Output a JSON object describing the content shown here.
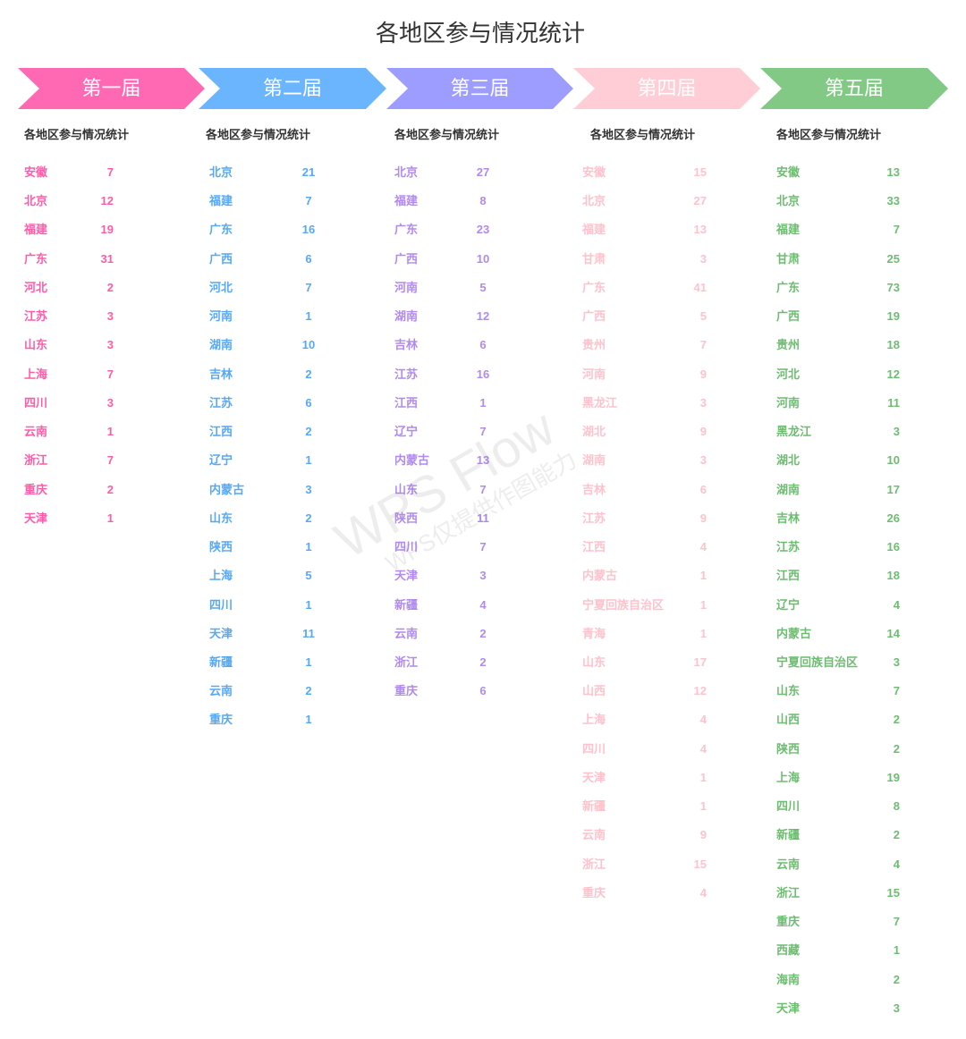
{
  "title": "各地区参与情况统计",
  "watermark": {
    "main": "WPS Flow",
    "sub": "WPS仅提供作图能力"
  },
  "columns": [
    {
      "label": "第一届",
      "subtitle": "各地区参与情况统计",
      "color": "#ff69b4",
      "text_color": "#ff5ca8",
      "items": [
        {
          "region": "安徽",
          "value": 7
        },
        {
          "region": "北京",
          "value": 12
        },
        {
          "region": "福建",
          "value": 19
        },
        {
          "region": "广东",
          "value": 31
        },
        {
          "region": "河北",
          "value": 2
        },
        {
          "region": "江苏",
          "value": 3
        },
        {
          "region": "山东",
          "value": 3
        },
        {
          "region": "上海",
          "value": 7
        },
        {
          "region": "四川",
          "value": 3
        },
        {
          "region": "云南",
          "value": 1
        },
        {
          "region": "浙江",
          "value": 7
        },
        {
          "region": "重庆",
          "value": 2
        },
        {
          "region": "天津",
          "value": 1
        }
      ]
    },
    {
      "label": "第二届",
      "subtitle": "各地区参与情况统计",
      "color": "#6bb5ff",
      "text_color": "#55a9f7",
      "items": [
        {
          "region": "北京",
          "value": 21
        },
        {
          "region": "福建",
          "value": 7
        },
        {
          "region": "广东",
          "value": 16
        },
        {
          "region": "广西",
          "value": 6
        },
        {
          "region": "河北",
          "value": 7
        },
        {
          "region": "河南",
          "value": 1
        },
        {
          "region": "湖南",
          "value": 10
        },
        {
          "region": "吉林",
          "value": 2
        },
        {
          "region": "江苏",
          "value": 6
        },
        {
          "region": "江西",
          "value": 2
        },
        {
          "region": "辽宁",
          "value": 1
        },
        {
          "region": "内蒙古",
          "value": 3
        },
        {
          "region": "山东",
          "value": 2
        },
        {
          "region": "陕西",
          "value": 1
        },
        {
          "region": "上海",
          "value": 5
        },
        {
          "region": "四川",
          "value": 1
        },
        {
          "region": "天津",
          "value": 11
        },
        {
          "region": "新疆",
          "value": 1
        },
        {
          "region": "云南",
          "value": 2
        },
        {
          "region": "重庆",
          "value": 1
        }
      ]
    },
    {
      "label": "第三届",
      "subtitle": "各地区参与情况统计",
      "color": "#9d9cff",
      "text_color": "#b18af0",
      "items": [
        {
          "region": "北京",
          "value": 27
        },
        {
          "region": "福建",
          "value": 8
        },
        {
          "region": "广东",
          "value": 23
        },
        {
          "region": "广西",
          "value": 10
        },
        {
          "region": "河南",
          "value": 5
        },
        {
          "region": "湖南",
          "value": 12
        },
        {
          "region": "吉林",
          "value": 6
        },
        {
          "region": "江苏",
          "value": 16
        },
        {
          "region": "江西",
          "value": 1
        },
        {
          "region": "辽宁",
          "value": 7
        },
        {
          "region": "内蒙古",
          "value": 13
        },
        {
          "region": "山东",
          "value": 7
        },
        {
          "region": "陕西",
          "value": 11
        },
        {
          "region": "四川",
          "value": 7
        },
        {
          "region": "天津",
          "value": 3
        },
        {
          "region": "新疆",
          "value": 4
        },
        {
          "region": "云南",
          "value": 2
        },
        {
          "region": "浙江",
          "value": 2
        },
        {
          "region": "重庆",
          "value": 6
        }
      ]
    },
    {
      "label": "第四届",
      "subtitle": "各地区参与情况统计",
      "color": "#ffcdd5",
      "text_color": "#ffc2cc",
      "items": [
        {
          "region": "安徽",
          "value": 15
        },
        {
          "region": "北京",
          "value": 27
        },
        {
          "region": "福建",
          "value": 13
        },
        {
          "region": "甘肃",
          "value": 3
        },
        {
          "region": "广东",
          "value": 41
        },
        {
          "region": "广西",
          "value": 5
        },
        {
          "region": "贵州",
          "value": 7
        },
        {
          "region": "河南",
          "value": 9
        },
        {
          "region": "黑龙江",
          "value": 3
        },
        {
          "region": "湖北",
          "value": 9
        },
        {
          "region": "湖南",
          "value": 3
        },
        {
          "region": "吉林",
          "value": 6
        },
        {
          "region": "江苏",
          "value": 9
        },
        {
          "region": "江西",
          "value": 4
        },
        {
          "region": "内蒙古",
          "value": 1
        },
        {
          "region": "宁夏回族自治区",
          "value": 1
        },
        {
          "region": "青海",
          "value": 1
        },
        {
          "region": "山东",
          "value": 17
        },
        {
          "region": "山西",
          "value": 12
        },
        {
          "region": "上海",
          "value": 4
        },
        {
          "region": "四川",
          "value": 4
        },
        {
          "region": "天津",
          "value": 1
        },
        {
          "region": "新疆",
          "value": 1
        },
        {
          "region": "云南",
          "value": 9
        },
        {
          "region": "浙江",
          "value": 15
        },
        {
          "region": "重庆",
          "value": 4
        }
      ]
    },
    {
      "label": "第五届",
      "subtitle": "各地区参与情况统计",
      "color": "#82c985",
      "text_color": "#6dbd71",
      "items": [
        {
          "region": "安徽",
          "value": 13
        },
        {
          "region": "北京",
          "value": 33
        },
        {
          "region": "福建",
          "value": 7
        },
        {
          "region": "甘肃",
          "value": 25
        },
        {
          "region": "广东",
          "value": 73
        },
        {
          "region": "广西",
          "value": 19
        },
        {
          "region": "贵州",
          "value": 18
        },
        {
          "region": "河北",
          "value": 12
        },
        {
          "region": "河南",
          "value": 11
        },
        {
          "region": "黑龙江",
          "value": 3
        },
        {
          "region": "湖北",
          "value": 10
        },
        {
          "region": "湖南",
          "value": 17
        },
        {
          "region": "吉林",
          "value": 26
        },
        {
          "region": "江苏",
          "value": 16
        },
        {
          "region": "江西",
          "value": 18
        },
        {
          "region": "辽宁",
          "value": 4
        },
        {
          "region": "内蒙古",
          "value": 14
        },
        {
          "region": "宁夏回族自治区",
          "value": 3
        },
        {
          "region": "山东",
          "value": 7
        },
        {
          "region": "山西",
          "value": 2
        },
        {
          "region": "陕西",
          "value": 2
        },
        {
          "region": "上海",
          "value": 19
        },
        {
          "region": "四川",
          "value": 8
        },
        {
          "region": "新疆",
          "value": 2
        },
        {
          "region": "云南",
          "value": 4
        },
        {
          "region": "浙江",
          "value": 15
        },
        {
          "region": "重庆",
          "value": 7
        },
        {
          "region": "西藏",
          "value": 1
        },
        {
          "region": "海南",
          "value": 2
        },
        {
          "region": "天津",
          "value": 3
        }
      ]
    }
  ]
}
